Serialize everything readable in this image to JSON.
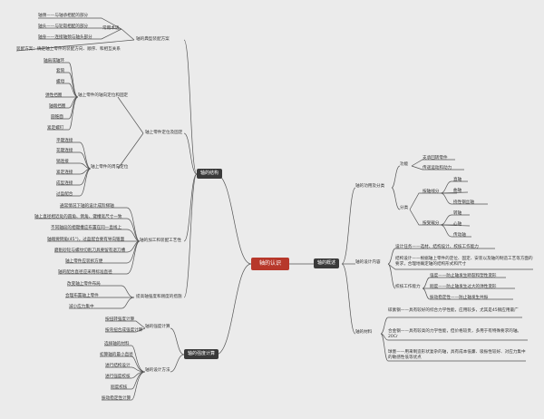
{
  "root": "轴的认识",
  "main": {
    "structure": "轴的结构",
    "overview": "轴的概述",
    "calc": "轴的强度计算"
  },
  "structure": {
    "typical": "轴的典型装配方案",
    "relations": "常用术语",
    "relation_items": [
      "轴颈——与轴承相配的部分",
      "轴头——与轮毂相配的部分",
      "轴身——连接轴颈与轴头部分"
    ],
    "assembly": "装配方案：确定轴上零件的装配方向、顺序、和相互关系",
    "positioning": "轴上零件定位及固定",
    "axial": "轴上零件的轴向定位和固定",
    "axial_items": [
      "轴肩或轴环",
      "套筒",
      "螺母",
      "弹性挡圈",
      "轴端挡圈",
      "圆锥面",
      "紧定螺钉"
    ],
    "circum": "轴上零件的周向定位",
    "circum_items": [
      "平键连接",
      "花键连接",
      "销连接",
      "紧定连接",
      "成型连接",
      "过盈配合"
    ],
    "process": "轴的加工和装配工艺性",
    "process_items": [
      "通常情况下轴的设计成阶梯轴",
      "轴上直径相近处的圆角、倒角、键槽宽尺寸一致",
      "不同轴段的相键槽应布置在同一直线上",
      "轴端要倒角(45°)，过盈配合要有导向锥面",
      "磨削砂轮与螺纹切削刀具要留有退刀槽",
      "轴上零件应装拆方便",
      "轴的配合直径应采用标准直径"
    ],
    "fatigue": "提高轴强度和刚度的措施",
    "fatigue_items": [
      "改变轴上零件布局",
      "合理布置轴上零件",
      "减小应力集中"
    ]
  },
  "overview": {
    "function_type": "轴的功用及分类",
    "function": "功能",
    "function_items": [
      "支承回转零件",
      "传递运动和动力"
    ],
    "classify": "分类",
    "load_type": "按受载分",
    "load_items": [
      "转轴",
      "心轴",
      "传动轴"
    ],
    "shape_type": "按轴线分",
    "shape_items": [
      "直轴",
      "曲轴",
      "挠性钢丝轴"
    ],
    "design": "轴的设计内容",
    "design_items": [
      "设计任务——选材、结构设计、校核工作能力",
      "结构设计——根据轴上零件的定位、固定、安装以及轴的制造工艺等方面的要求，合理地确定轴的结构形式和尺寸"
    ],
    "check": "校核工作能力",
    "check_items": [
      "强度——防止轴发生断裂和塑性变形",
      "刚度——防止轴发生过大的弹性变形",
      "振动稳定性——防止轴发生共振"
    ],
    "material": "轴的材料",
    "material_items": [
      "碳素钢——具有较好的综合力学性能，应用较多，尤其是45钢应用最广",
      "合金钢——具有较高的力学性能，但价格较贵，多用于有特殊要求的轴。20Cr",
      "球墨——用来制造形状复杂的轴，具有成本低廉、吸振性较好、对应力集中的敏感性低等优点"
    ]
  },
  "calc": {
    "strength": "轴的强度计算",
    "strength_items": [
      "按扭转强度计算",
      "按弯扭合成强度计算"
    ],
    "design": "轴的设计方法",
    "design_items": [
      "选择轴的材料",
      "初算轴的最小直径",
      "进行结构设计",
      "进行强度校核",
      "刚度校核",
      "振动稳定性计算"
    ]
  }
}
